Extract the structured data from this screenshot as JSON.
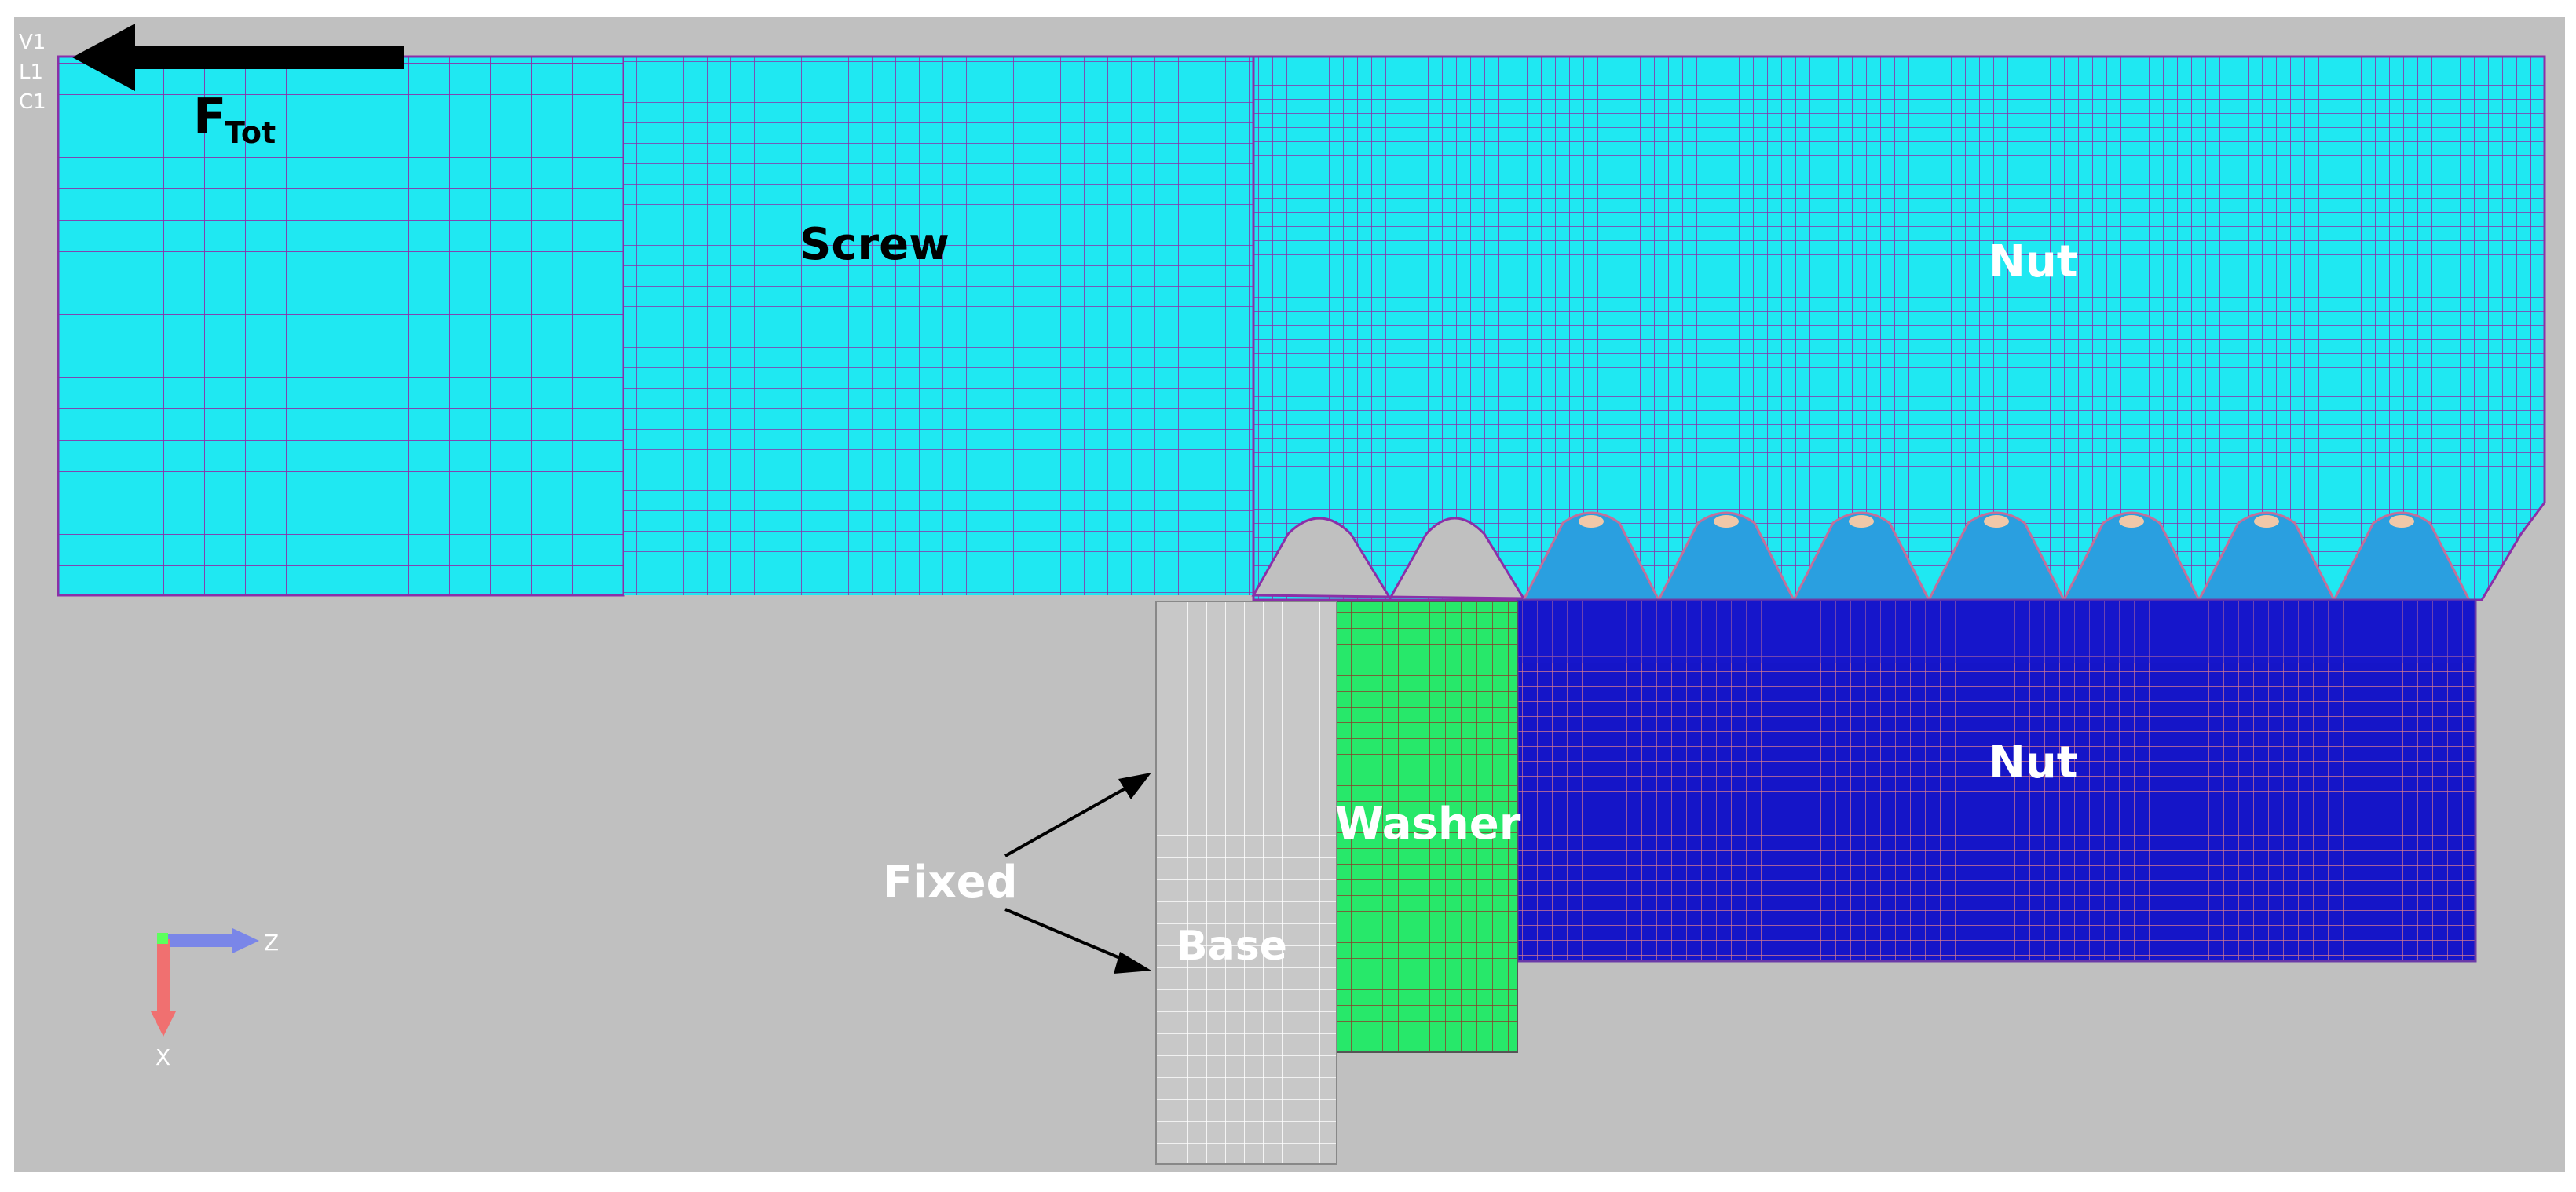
{
  "viewport": {
    "view_labels": [
      "V1",
      "L1",
      "C1"
    ]
  },
  "load": {
    "label_main": "F",
    "label_sub": "Tot"
  },
  "parts": {
    "screw": "Screw",
    "nut_upper": "Nut",
    "nut_lower": "Nut",
    "washer": "Washer",
    "base": "Base"
  },
  "boundary": {
    "fixed": "Fixed"
  },
  "triad": {
    "z_label": "Z",
    "x_label": "X"
  },
  "colors": {
    "background": "#c0c0c0",
    "screw_fill": "#1fe8f2",
    "screw_mesh": "#8b2fa8",
    "nut_lower_fill": "#1515c8",
    "nut_lower_mesh": "#d07890",
    "washer_fill": "#27e86a",
    "washer_mesh": "#8a3a2a",
    "base_fill": "#c8c8c8",
    "base_mesh": "#ffffff",
    "arrow": "#000000",
    "triad_z": "#7a86e8",
    "triad_x": "#f07070"
  }
}
